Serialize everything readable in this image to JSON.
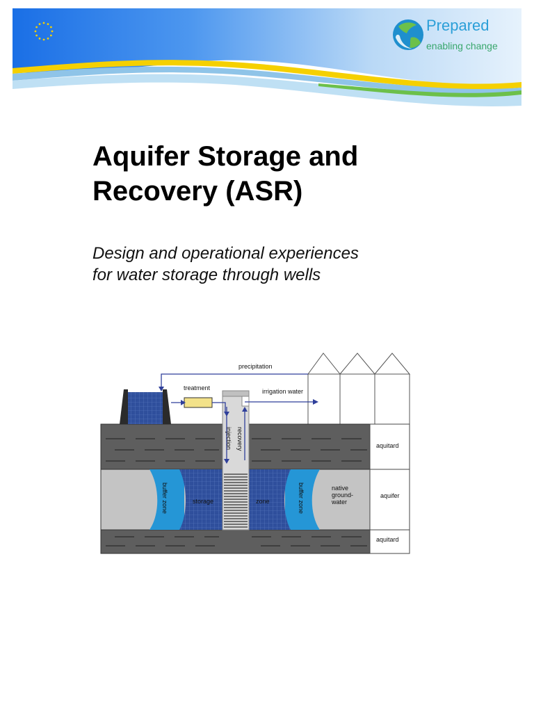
{
  "header": {
    "logo_name": "Prepared",
    "logo_tagline": "enabling change",
    "colors": {
      "blue": "#1c6fe0",
      "yellow": "#f5d000",
      "green": "#6cc04a"
    }
  },
  "document": {
    "title_line1": "Aquifer Storage and",
    "title_line2": "Recovery (ASR)",
    "subtitle_line1": "Design and operational experiences",
    "subtitle_line2": "for water storage through wells"
  },
  "diagram": {
    "labels": {
      "precipitation": "precipitation",
      "treatment": "treatment",
      "irrigation_water": "irrigation water",
      "injection": "injection",
      "recovery": "recovery",
      "aquitard_top": "aquitard",
      "aquifer": "aquifer",
      "aquitard_bottom": "aquitard",
      "buffer_zone_left": "buffer zone",
      "buffer_zone_right": "buffer zone",
      "storage": "storage",
      "zone": "zone",
      "native_line1": "native",
      "native_line2": "ground-",
      "native_line3": "water"
    }
  }
}
